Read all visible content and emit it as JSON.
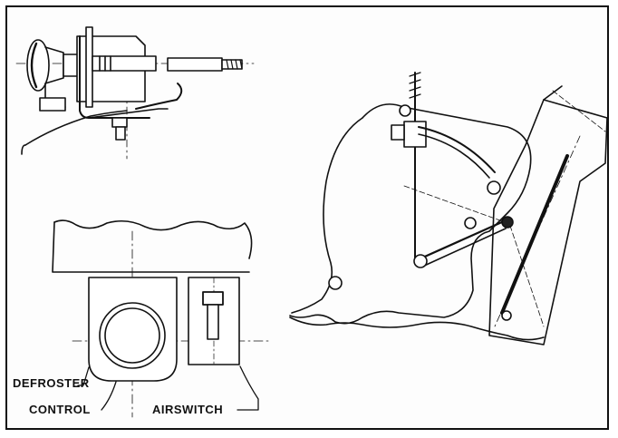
{
  "figure": {
    "labels": {
      "defroster": "DEFROSTER",
      "control": "CONTROL",
      "airswitch": "AIRSWITCH"
    },
    "ink_color": "#111111",
    "paper_color": "#fdfdfd"
  }
}
